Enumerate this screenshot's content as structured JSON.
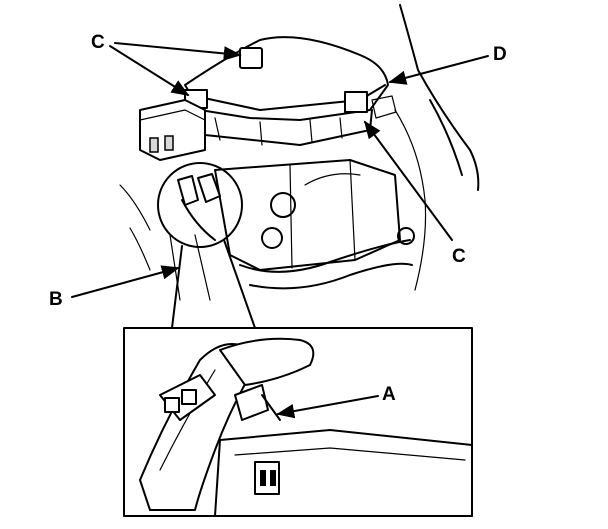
{
  "callouts": {
    "c_top": "C",
    "d": "D",
    "c_right": "C",
    "b": "B",
    "a": "A"
  }
}
